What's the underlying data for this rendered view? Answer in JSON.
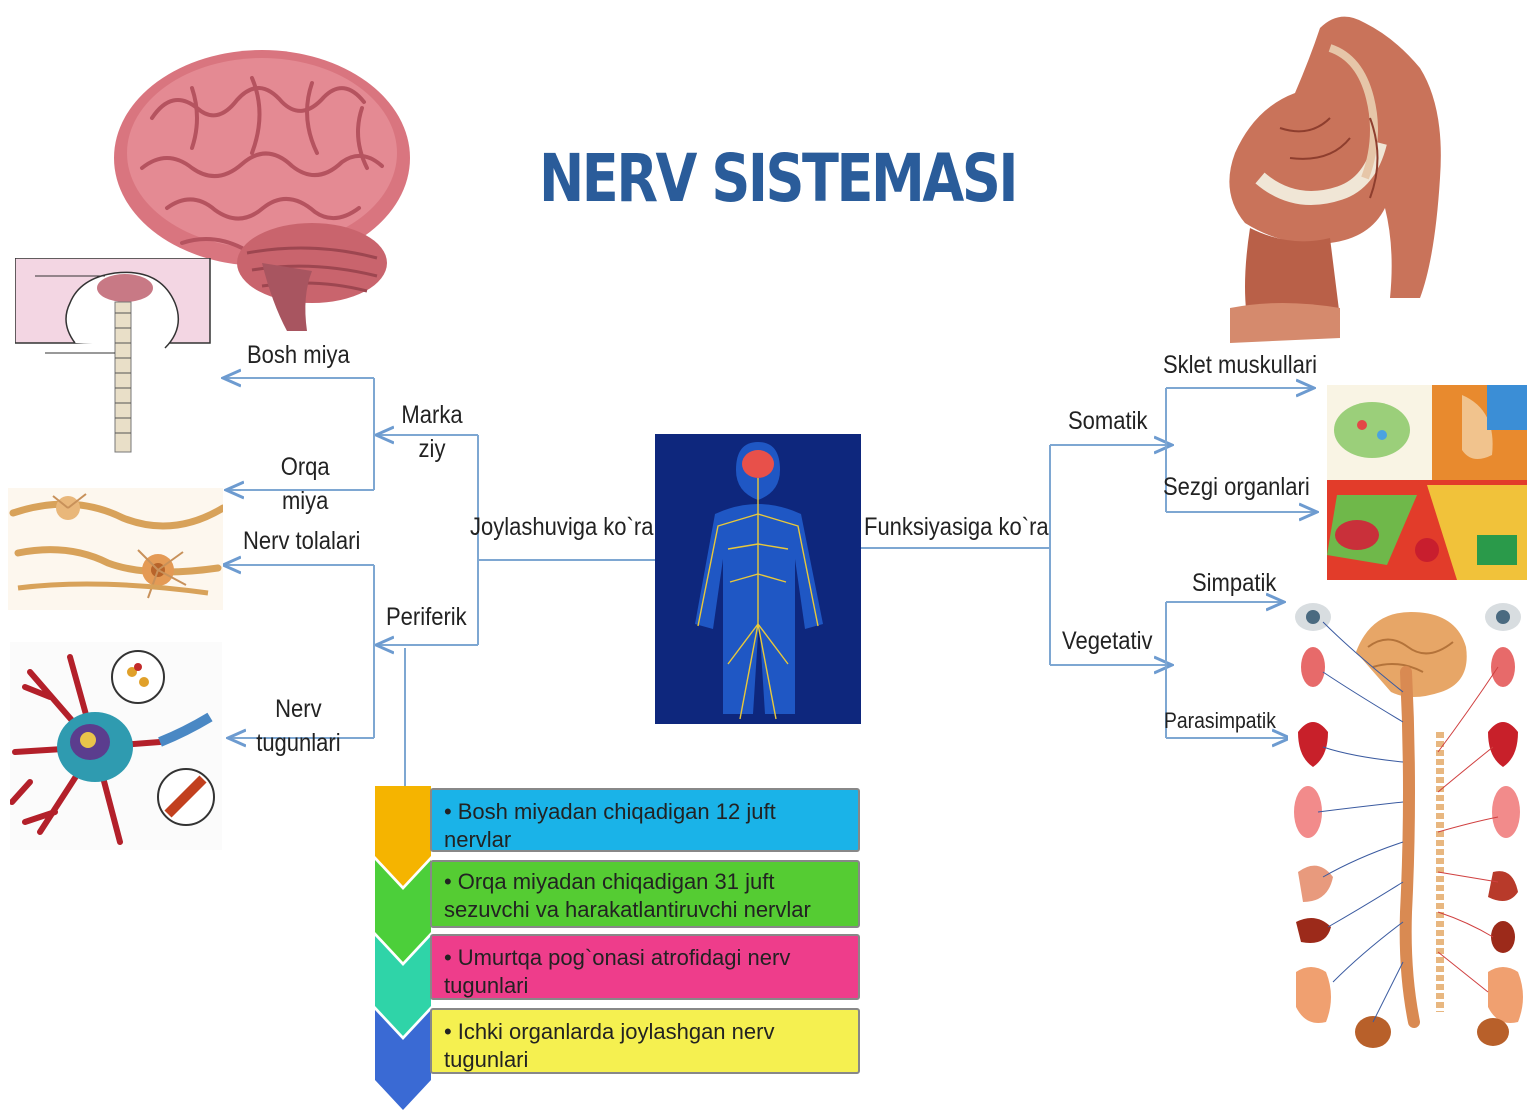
{
  "title": "NERV SISTEMASI",
  "left": {
    "branch": "Joylashuviga ko`ra",
    "central": {
      "label": "Markaziy",
      "items": [
        "Bosh miya",
        "Orqa miya"
      ]
    },
    "peripheral": {
      "label": "Periferik",
      "items": [
        "Nerv tolalari",
        "Nerv tugunlari"
      ]
    }
  },
  "right": {
    "branch": "Funksiyasiga ko`ra",
    "somatic": {
      "label": "Somatik",
      "items": [
        "Sklet muskullari",
        "Sezgi organlari"
      ]
    },
    "vegetative": {
      "label": "Vegetativ",
      "items": [
        "Simpatik",
        "Parasimpatik"
      ]
    }
  },
  "list": {
    "items": [
      {
        "text": "Bosh miyadan chiqadigan 12 juft nervlar",
        "color": "#1ab3e8",
        "arrow": "#f5b400"
      },
      {
        "text": "Orqa miyadan chiqadigan 31 juft sezuvchi va harakatlantiruvchi nervlar",
        "color": "#55cc33",
        "arrow": "#4ccf3a"
      },
      {
        "text": "Umurtqa pog`onasi atrofidagi nerv tugunlari",
        "color": "#ee3d8b",
        "arrow": "#2fd4a8"
      },
      {
        "text": "Ichki organlarda joylashgan nerv tugunlari",
        "color": "#f5f050",
        "arrow": "#3a6ad4"
      }
    ]
  },
  "colors": {
    "title": "#2a5c9a",
    "line": "#7ea7d2"
  }
}
